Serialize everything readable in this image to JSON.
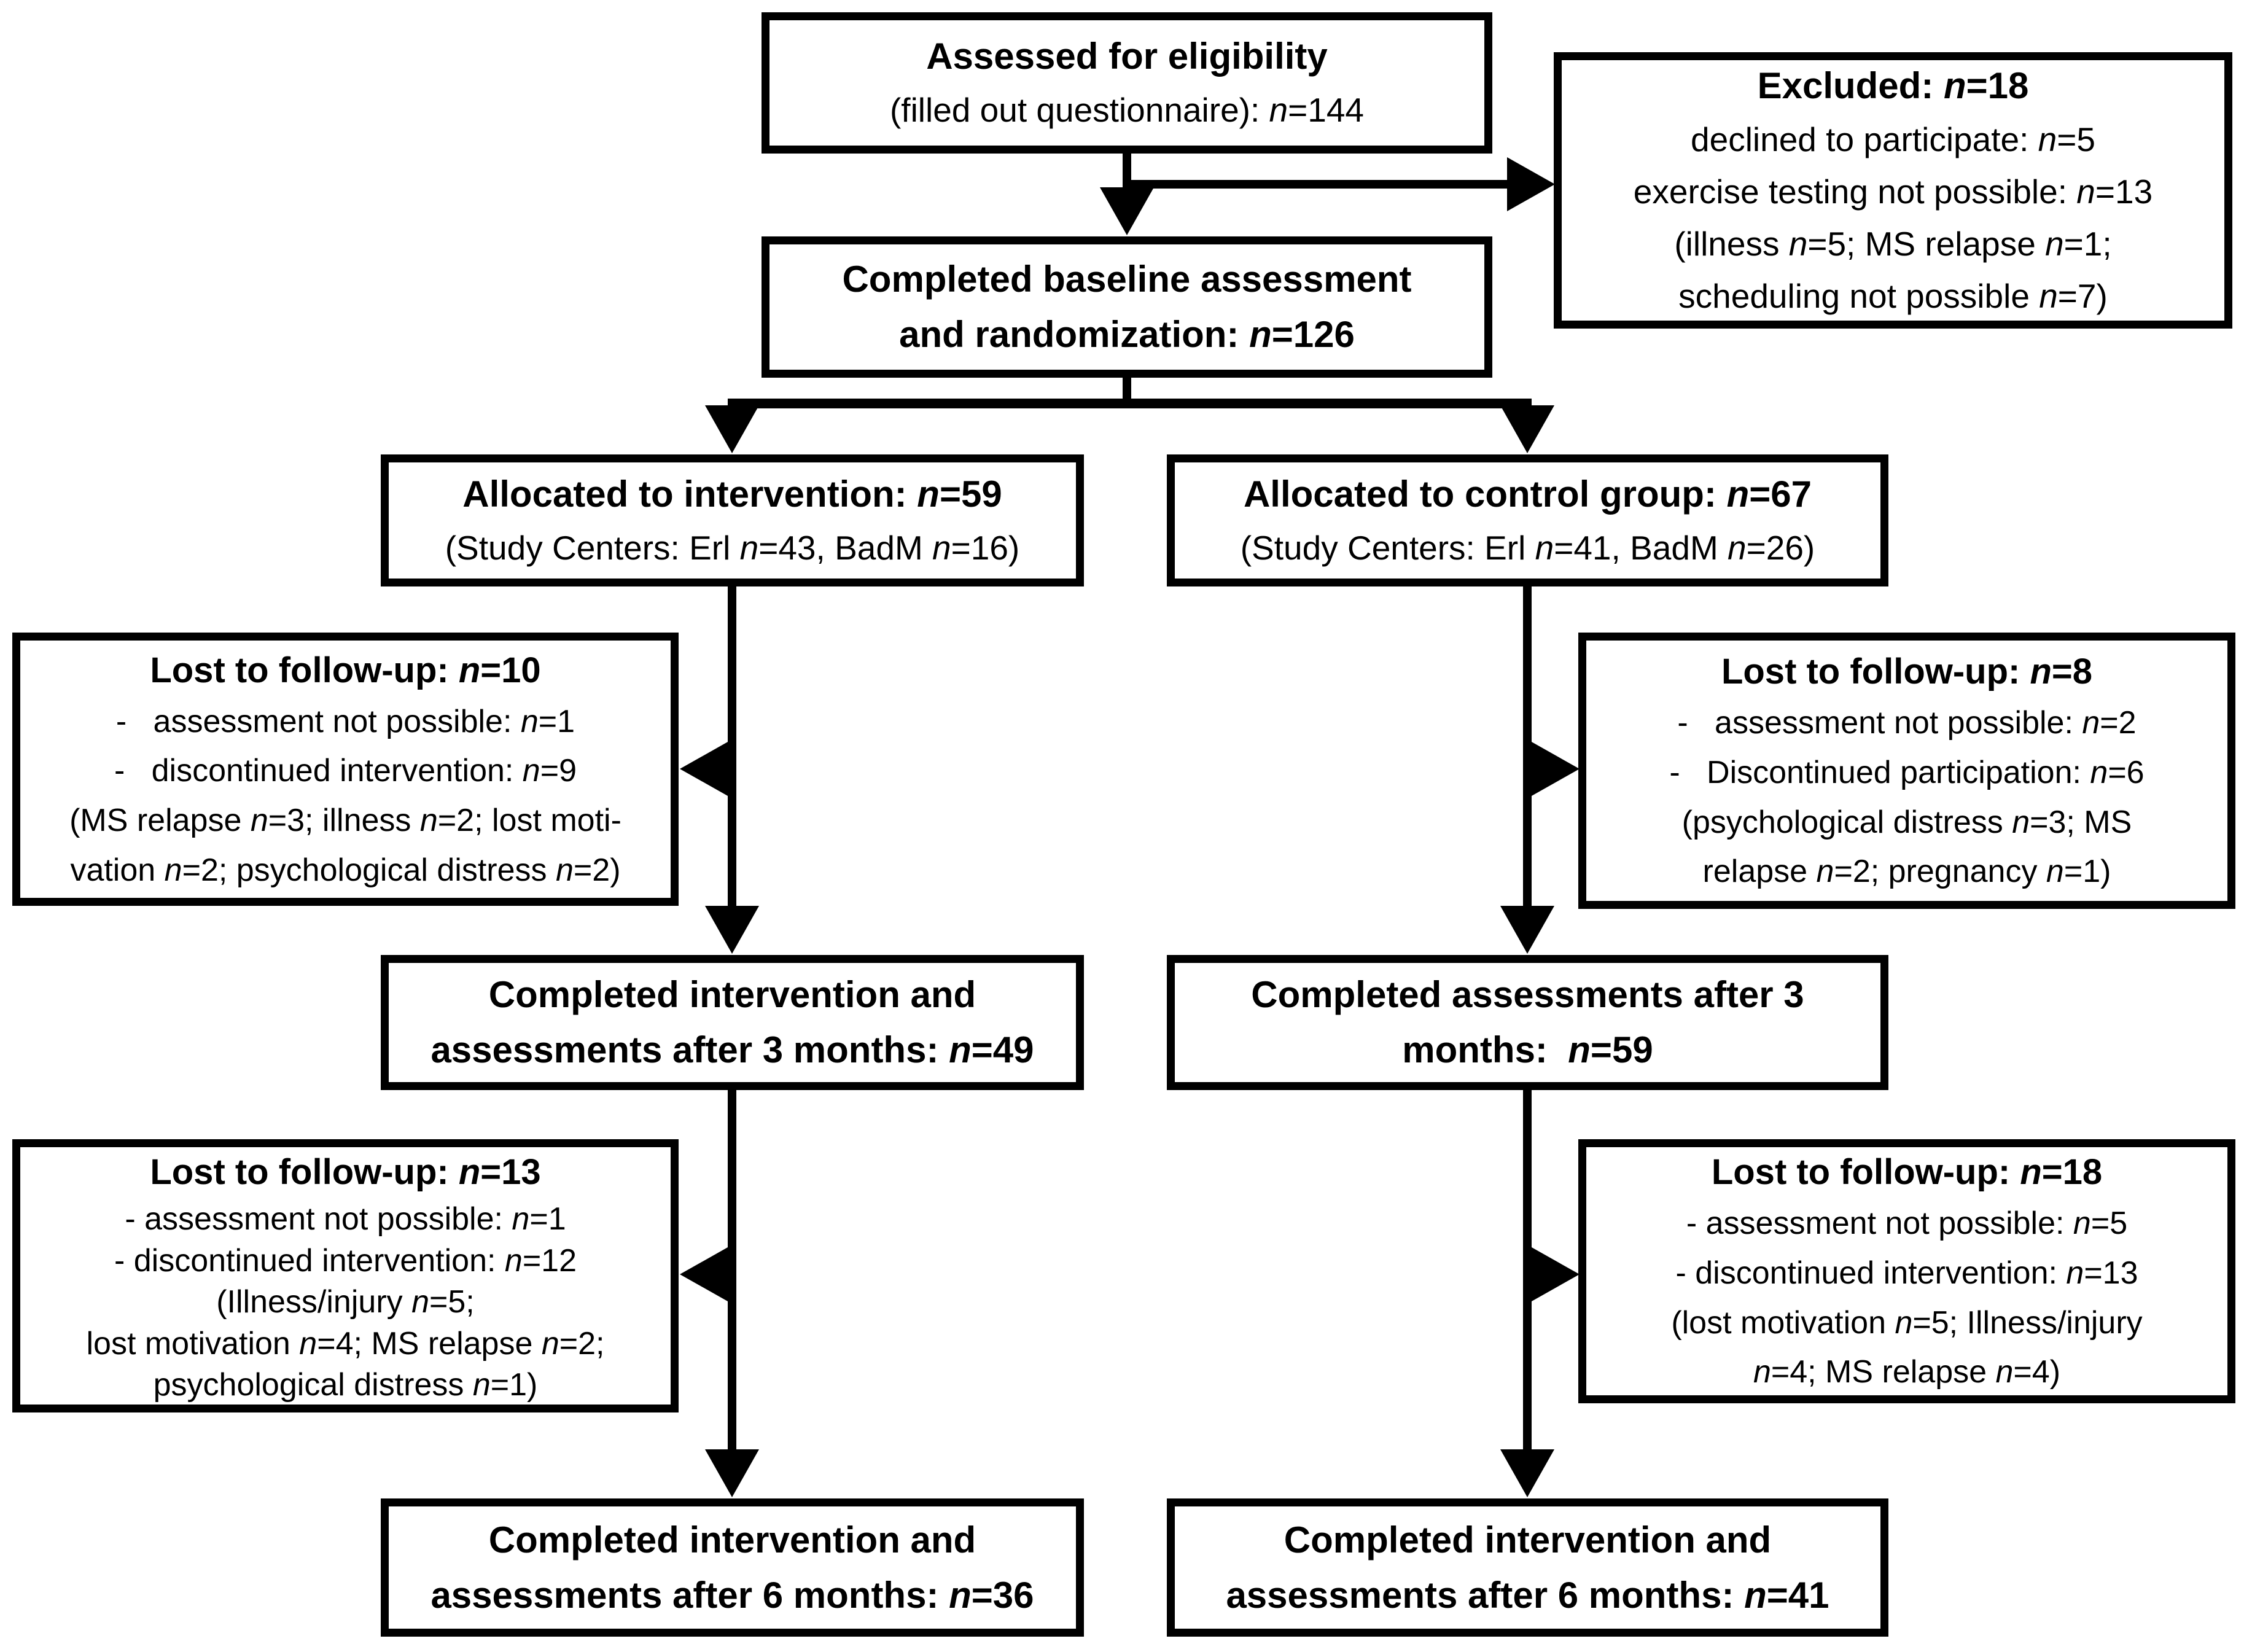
{
  "figure": {
    "background_color": "#ffffff",
    "line_color": "#000000",
    "description": "Participant flow diagram (CONSORT-style) of a randomized trial with intervention and control groups"
  },
  "boxes": {
    "assessed": {
      "title_lines": [
        "Assessed for eligibility"
      ],
      "body_lines": [
        "(filled out questionnaire): *n*=144"
      ]
    },
    "excluded": {
      "title_lines": [
        "Excluded: *n*=18"
      ],
      "body_lines": [
        "declined to participate: *n*=5",
        "exercise testing not possible: *n*=13",
        "(illness *n*=5; MS relapse *n*=1;",
        "scheduling not possible *n*=7)"
      ]
    },
    "baseline": {
      "title_lines": [
        "Completed baseline assessment",
        "and randomization: *n*=126"
      ],
      "body_lines": []
    },
    "allocated_intervention": {
      "title_lines": [
        "Allocated to intervention: *n*=59"
      ],
      "body_lines": [
        "(Study Centers: Erl *n*=43, BadM *n*=16)"
      ]
    },
    "allocated_control": {
      "title_lines": [
        "Allocated to control group: *n*=67"
      ],
      "body_lines": [
        "(Study Centers: Erl *n*=41, BadM *n*=26)"
      ]
    },
    "lost_intervention_1": {
      "title_lines": [
        "Lost to follow-up: *n*=10"
      ],
      "body_lines": [
        "-   assessment not possible: *n*=1",
        "-   discontinued intervention: *n*=9",
        "(MS relapse *n*=3; illness *n*=2; lost moti-",
        "vation *n*=2; psychological distress *n*=2)"
      ]
    },
    "lost_control_1": {
      "title_lines": [
        "Lost to follow-up: *n*=8"
      ],
      "body_lines": [
        "-   assessment not possible: *n*=2",
        "-   Discontinued participation: *n*=6",
        "(psychological distress *n*=3; MS",
        "relapse *n*=2; pregnancy *n*=1)"
      ]
    },
    "completed3_intervention": {
      "title_lines": [
        "Completed intervention and",
        "assessments after 3 months: *n*=49"
      ],
      "body_lines": []
    },
    "completed3_control": {
      "title_lines": [
        "Completed assessments after 3",
        "months:  *n*=59"
      ],
      "body_lines": []
    },
    "lost_intervention_2": {
      "title_lines": [
        "Lost to follow-up: *n*=13"
      ],
      "body_lines": [
        "- assessment not possible: *n*=1",
        "- discontinued intervention: *n*=12",
        "(Illness/injury *n*=5;",
        "lost motivation *n*=4; MS relapse *n*=2;",
        "psychological distress *n*=1)"
      ]
    },
    "lost_control_2": {
      "title_lines": [
        "Lost to follow-up: *n*=18"
      ],
      "body_lines": [
        "- assessment not possible: *n*=5",
        "- discontinued intervention: *n*=13",
        "(lost motivation *n*=5; Illness/injury",
        "*n*=4; MS relapse *n*=4)"
      ]
    },
    "completed6_intervention": {
      "title_lines": [
        "Completed intervention and",
        "assessments after 6 months: *n*=36"
      ],
      "body_lines": []
    },
    "completed6_control": {
      "title_lines": [
        "Completed intervention and",
        "assessments after 6 months: *n*=41"
      ],
      "body_lines": []
    }
  }
}
